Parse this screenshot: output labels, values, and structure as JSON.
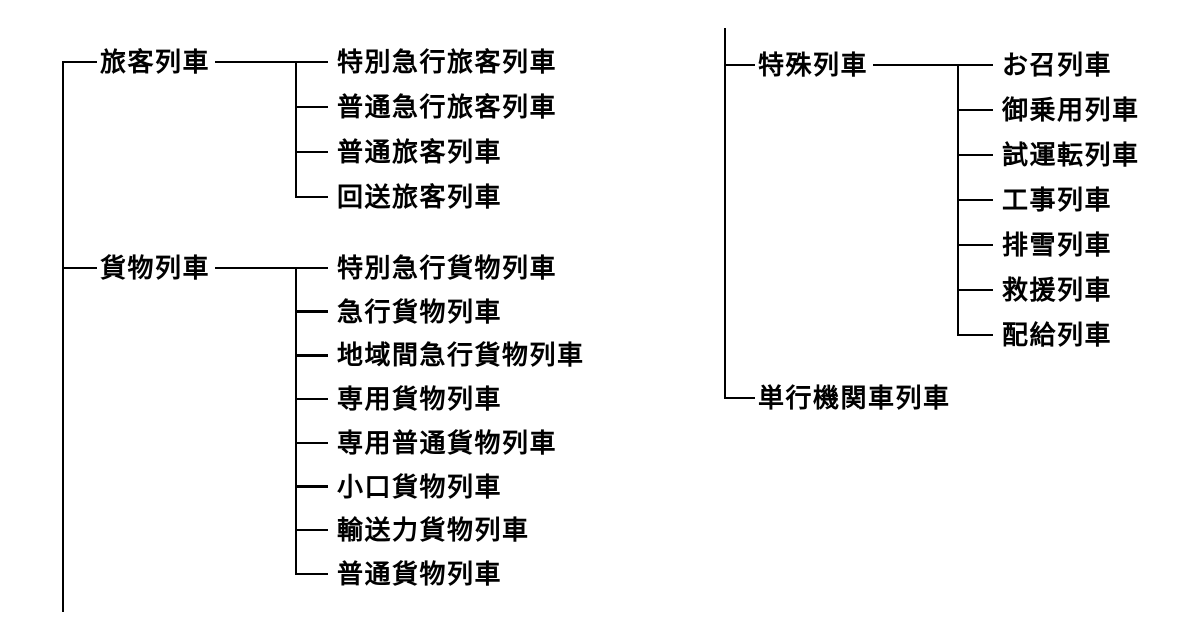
{
  "figure": {
    "type": "tree-diagram",
    "language": "ja",
    "background_color": "#ffffff",
    "line_color": "#000000",
    "text_color": "#000000",
    "columns": [
      {
        "name": "left-tree",
        "trunk_continues_top": false,
        "trunk_continues_bottom": true,
        "groups": [
          {
            "label": "旅客列車",
            "children": [
              "特別急行旅客列車",
              "普通急行旅客列車",
              "普通旅客列車",
              "回送旅客列車"
            ]
          },
          {
            "label": "貨物列車",
            "children": [
              "特別急行貨物列車",
              "急行貨物列車",
              "地域間急行貨物列車",
              "専用貨物列車",
              "専用普通貨物列車",
              "小口貨物列車",
              "輸送力貨物列車",
              "普通貨物列車"
            ]
          }
        ]
      },
      {
        "name": "right-tree",
        "trunk_continues_top": true,
        "trunk_continues_bottom": false,
        "groups": [
          {
            "label": "特殊列車",
            "children": [
              "お召列車",
              "御乗用列車",
              "試運転列車",
              "工事列車",
              "排雪列車",
              "救援列車",
              "配給列車"
            ]
          },
          {
            "label": "単行機関車列車",
            "children": []
          }
        ]
      }
    ]
  }
}
